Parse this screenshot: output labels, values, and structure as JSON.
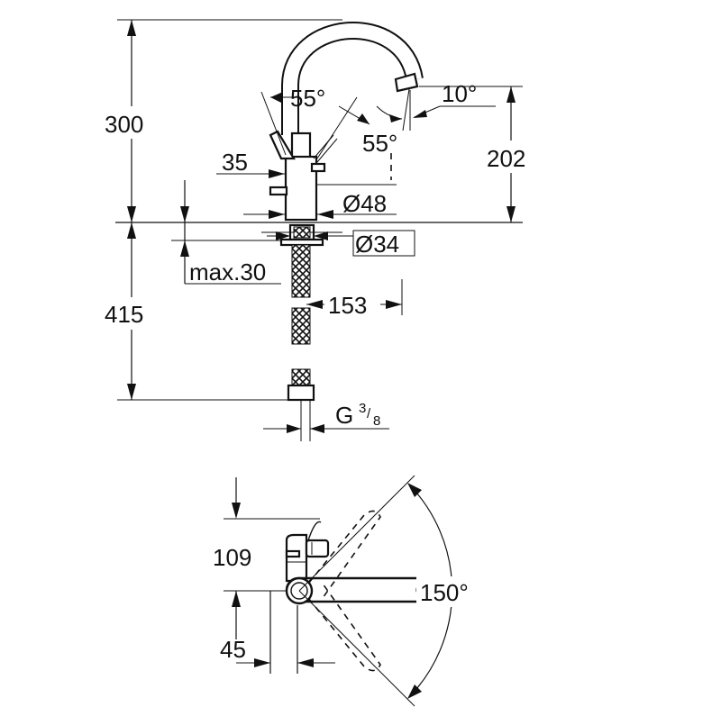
{
  "side_view": {
    "height_above": "300",
    "height_below": "415",
    "spout_height": "202",
    "spout_tilt": "10°",
    "lever_left": "55°",
    "lever_right": "55°",
    "body_offset": "35",
    "body_dia": "Ø48",
    "base_dia": "Ø34",
    "max_thickness": "max.30",
    "reach": "153",
    "thread": "G",
    "thread_num": "3",
    "thread_den": "8"
  },
  "top_view": {
    "depth": "109",
    "offset": "45",
    "swivel": "150°"
  },
  "colors": {
    "line": "#111111",
    "background": "#ffffff"
  }
}
